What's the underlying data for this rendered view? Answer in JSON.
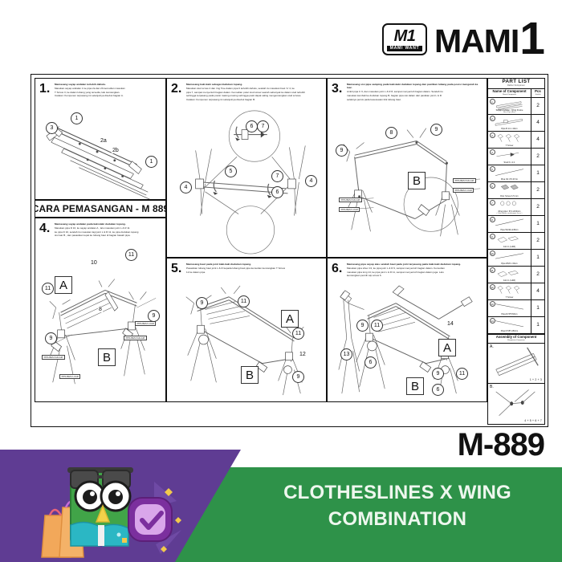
{
  "brand": {
    "badge_mark": "M1",
    "badge_tagline": "MAMI WANT",
    "wordmark": "MAMI",
    "wordmark_suffix": "1"
  },
  "sheet": {
    "banner_title": "CARA PEMASANGAN - M 889",
    "panels": [
      {
        "number": "1",
        "title": "Memasang sayap andalan terlebih dahulu.",
        "body": [
          "Masukan sayap andalan 1 ke pipa 2a dan 2b kemudian masukan",
          "T Screw 3, ke dalam lubang yang tersedia, lalu kencangkan.",
          "Catatan: Komponen terpasang ini selanjutnya disebut bagian A."
        ],
        "callouts": [
          "1",
          "2a",
          "2b",
          "3",
          "1"
        ]
      },
      {
        "number": "2",
        "title": "Memasang kaki-kaki sebagai dudukan topang.",
        "body": [
          "Masukan stud screw 4 dan ring 5 ke dalam pipa 6 terlebih dahulu, setelah itu masukan baut 'A' 4, ke",
          "pipa 7, sampai menyentuh bagian dalam. Kemudian putar stud screw searah sebanyak ke dalam stud terlebih",
          "sehingga terpasang pada posisi masing-masing sehingga pasti dapat saling mengencangkan stud screws.",
          "Catatan: Komponen terpasang ini selanjutnya disebut bagian B."
        ],
        "callouts": [
          "4",
          "5",
          "6",
          "7",
          "4",
          "6",
          "7"
        ]
      },
      {
        "number": "3",
        "title": "Memasang sisi pipa samping pada kaki-kaki dudukan topang dan pastikan lubang pada posisi mengarah ke luar.",
        "body": [
          "Ambil pipa C 9, dan masukan joint L & R 8, sampai menyentuh bagian dalam. Setelah itu",
          "masukan kembali ke dudukan topang B, bagian pipa sisi dalam dari pastikan joint L & R",
          "selaknya persis pada kesesuaian titik lubang baut."
        ],
        "callouts": [
          "8",
          "9",
          "9",
          "B"
        ],
        "tags": [
          "PIPA BESI DALAM",
          "PIPA BESI LUAR",
          "PIPA BESI DALAM",
          "PIPA BESI LUAR"
        ]
      },
      {
        "number": "4",
        "title": "Memasang sayap andalan pada kaki-kaki dudukan topang.",
        "body": [
          "Masukan pipa D 10, ke sayap andalan  A , lalu masukan joint L & R 11",
          "ke pipa D 10, setelah itu masukan lagi joint L & R 11, ke pipa dudukan topang",
          "sisi luar  B , dan pasastkan tepat ke lubang baut di bagian bawah pipa."
        ],
        "callouts": [
          "8",
          "9",
          "9",
          "10",
          "11",
          "11",
          "A",
          "B"
        ],
        "tags": [
          "PIPA BESI LUAR",
          "PIPA BESI DALAM",
          "PIPA BESI DALAM",
          "PIPA BESI LUAR"
        ]
      },
      {
        "number": "5",
        "title": "Memasang baut pada joint  kaki-kaki dudukan topang.",
        "body": [
          "Pasastkan lubang baut joint L & R kepada lubang baut pipa  kemudian kencangkan T Screw",
          "12  ke dalam pipa."
        ],
        "callouts": [
          "9",
          "9",
          "11",
          "11",
          "12",
          "A",
          "B"
        ]
      },
      {
        "number": "6",
        "title": "Memasang pipa sayap atas setelah baut pada joint terpasang pada kaki-kaki dudukan topang.",
        "body": [
          "Masukan pipa silver 13, ke pipa joint L & R 9, sampai menyentuh bagian dalam. Kemudian",
          "masukan pipa long 14, ke pipa joint L & R 11, sampai menyentuh bagian dalam juga. Lalu",
          "kencangkan pemilir atp screw 6."
        ],
        "callouts": [
          "6",
          "6",
          "9",
          "9",
          "11",
          "11",
          "13",
          "14",
          "A",
          "B"
        ]
      }
    ]
  },
  "part_list": {
    "title_en": "PART LIST",
    "title_id": "Daftar Komponen",
    "col_name_en": "Name of Component",
    "col_name_id": "Nama Komponen",
    "col_qty_en": "Pcs",
    "col_qty_id": "Jumlah",
    "rows": [
      {
        "index": "1",
        "name": "Sayap Andalan / Wing Frame",
        "sub": "Besi Pipa (Bar)",
        "qty": "2"
      },
      {
        "index": "2",
        "name": "Pipa B 14 x 40cm",
        "sub": "",
        "qty": "4"
      },
      {
        "index": "3",
        "name": "T Screw",
        "sub": "",
        "qty": "4"
      },
      {
        "index": "4",
        "name": "Stud 6 x 2.1",
        "sub": "",
        "qty": "2"
      },
      {
        "index": "5",
        "name": "Pipa O2 4*2.07cm",
        "sub": "",
        "qty": "1"
      },
      {
        "index": "6",
        "name": "Disc Screw 4.5 mm",
        "sub": "",
        "qty": "2"
      },
      {
        "index": "7",
        "name": "Ring pipa / Pi 4.2/22mm",
        "sub": "( Yoke dalam cantilengan 4 pcs )",
        "qty": "2"
      },
      {
        "index": "8",
        "name": "Pipa 54x91x145cm",
        "sub": "",
        "qty": "1"
      },
      {
        "index": "9",
        "name": "Joint L (L&R)",
        "sub": "",
        "qty": "2"
      },
      {
        "index": "10",
        "name": "Pipa D5/8 x 63cm",
        "sub": "",
        "qty": "1"
      },
      {
        "index": "11",
        "name": "Joint L (L&R)",
        "sub": "",
        "qty": "2"
      },
      {
        "index": "12",
        "name": "T Screw",
        "sub": "",
        "qty": "4"
      },
      {
        "index": "13",
        "name": "Pipa D7/8*x53cm",
        "sub": "",
        "qty": "1"
      },
      {
        "index": "14",
        "name": "Pipa D7/8*x150cm",
        "sub": "",
        "qty": "1"
      }
    ],
    "assembly_title_en": "Assembly of Component",
    "assembly_title_id": "Rangkaian Komponen",
    "assembly_rows": [
      {
        "label": "A.",
        "equation": "1 + 2 + 3"
      },
      {
        "label": "B.",
        "equation": "4 + 5 + 6 + 7"
      }
    ]
  },
  "footer": {
    "product_code": "M-889",
    "line1": "CLOTHESLINES X WING",
    "line2": "COMBINATION"
  },
  "colors": {
    "green": "#2e9249",
    "purple": "#5f3c93",
    "mascot_green": "#41a448",
    "mascot_teal": "#2bb7c4",
    "bag_orange": "#f2a85a",
    "check_purple": "#7b2f9e",
    "check_light": "#d9a6ea"
  }
}
